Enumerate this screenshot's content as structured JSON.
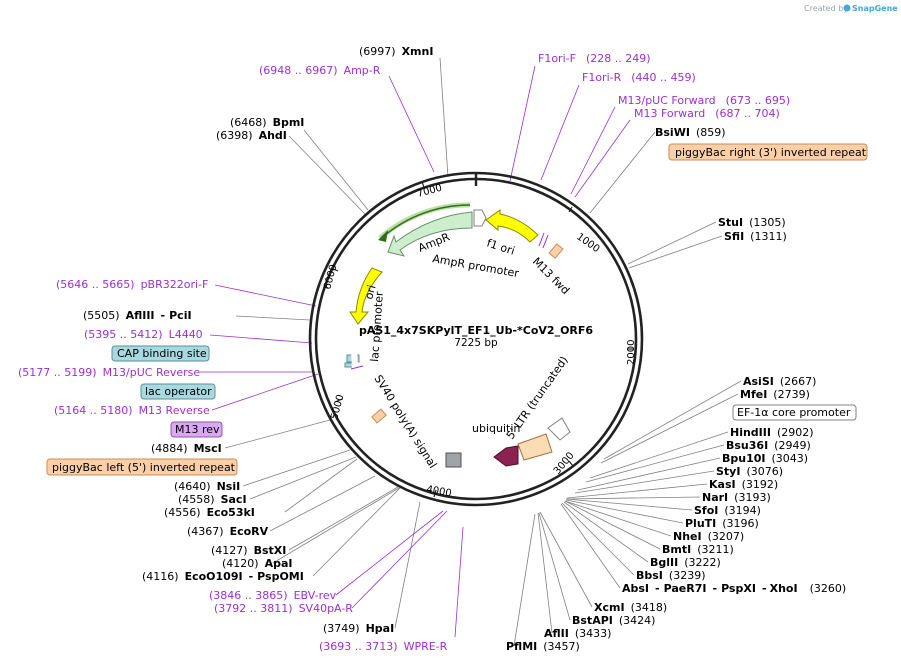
{
  "app": {
    "credit_prefix": "Created by",
    "credit_brand": "SnapGene",
    "brand_color": "#4aa6d6"
  },
  "plasmid": {
    "name": "pAS1_4x7SKPylT_EF1_Ub-*CoV2_ORF6",
    "size_label": "7225 bp",
    "length": 7225
  },
  "ticks": [
    "1000",
    "2000",
    "3000",
    "4000",
    "5000",
    "6000",
    "7000"
  ],
  "sites_top": [
    {
      "pos": "(6997)",
      "name": "XmnI"
    },
    {
      "pos": "(6468)",
      "name": "BpmI"
    },
    {
      "pos": "(6398)",
      "name": "AhdI"
    },
    {
      "pos": "(859)",
      "name": "BsiWI"
    },
    {
      "pos": "(1305)",
      "name": "StuI"
    },
    {
      "pos": "(1311)",
      "name": "SfiI"
    }
  ],
  "sites_left": [
    {
      "pos": "(5505)",
      "name": "AflIII",
      "name2": "PciI"
    },
    {
      "pos": "(4884)",
      "name": "MscI"
    },
    {
      "pos": "(4640)",
      "name": "NsiI"
    },
    {
      "pos": "(4558)",
      "name": "SacI"
    },
    {
      "pos": "(4556)",
      "name": "Eco53kI"
    },
    {
      "pos": "(4367)",
      "name": "EcoRV"
    },
    {
      "pos": "(4127)",
      "name": "BstXI"
    },
    {
      "pos": "(4120)",
      "name": "ApaI"
    },
    {
      "pos": "(4116)",
      "name": "EcoO109I",
      "name2": "PspOMI"
    },
    {
      "pos": "(3749)",
      "name": "HpaI"
    }
  ],
  "sites_right": [
    {
      "pos": "(2667)",
      "name": "AsiSI"
    },
    {
      "pos": "(2739)",
      "name": "MfeI"
    },
    {
      "pos": "(2902)",
      "name": "HindIII"
    },
    {
      "pos": "(2949)",
      "name": "Bsu36I"
    },
    {
      "pos": "(3043)",
      "name": "Bpu10I"
    },
    {
      "pos": "(3076)",
      "name": "StyI"
    },
    {
      "pos": "(3192)",
      "name": "KasI"
    },
    {
      "pos": "(3193)",
      "name": "NarI"
    },
    {
      "pos": "(3194)",
      "name": "SfoI"
    },
    {
      "pos": "(3196)",
      "name": "PluTI"
    },
    {
      "pos": "(3207)",
      "name": "NheI"
    },
    {
      "pos": "(3211)",
      "name": "BmtI"
    },
    {
      "pos": "(3222)",
      "name": "BglII"
    },
    {
      "pos": "(3239)",
      "name": "BbsI"
    },
    {
      "pos": "(3260)",
      "name": "AbsI",
      "name2": "PaeR7I",
      "name3": "PspXI",
      "name4": "XhoI"
    },
    {
      "pos": "(3418)",
      "name": "XcmI"
    },
    {
      "pos": "(3424)",
      "name": "BstAPI"
    },
    {
      "pos": "(3433)",
      "name": "AflII"
    },
    {
      "pos": "(3457)",
      "name": "PflMI"
    }
  ],
  "primers": [
    {
      "name": "Amp-R",
      "range": "(6948 .. 6967)"
    },
    {
      "name": "F1ori-F",
      "range": "(228 .. 249)"
    },
    {
      "name": "F1ori-R",
      "range": "(440 .. 459)"
    },
    {
      "name": "M13/pUC Forward",
      "range": "(673 .. 695)"
    },
    {
      "name": "M13 Forward",
      "range": "(687 .. 704)"
    },
    {
      "name": "pBR322ori-F",
      "range": "(5646 .. 5665)"
    },
    {
      "name": "L4440",
      "range": "(5395 .. 5412)"
    },
    {
      "name": "M13/pUC Reverse",
      "range": "(5177 .. 5199)"
    },
    {
      "name": "M13 Reverse",
      "range": "(5164 .. 5180)"
    },
    {
      "name": "EBV-rev",
      "range": "(3846 .. 3865)"
    },
    {
      "name": "SV40pA-R",
      "range": "(3792 .. 3811)"
    },
    {
      "name": "WPRE-R",
      "range": "(3693 .. 3713)"
    }
  ],
  "boxed_features": [
    {
      "label": "piggyBac right (3') inverted repeat",
      "fill": "#fbd0a8",
      "stroke": "#c98c55"
    },
    {
      "label": "CAP binding site",
      "fill": "#a8d8e0",
      "stroke": "#5b8f98"
    },
    {
      "label": "lac operator",
      "fill": "#a8d8e0",
      "stroke": "#5b8f98"
    },
    {
      "label": "M13 rev",
      "fill": "#d9a8f0",
      "stroke": "#8e5aa8"
    },
    {
      "label": "piggyBac left (5') inverted repeat",
      "fill": "#fbd0a8",
      "stroke": "#c98c55"
    },
    {
      "label": "EF-1α core promoter",
      "fill": "#ffffff",
      "stroke": "#808080"
    }
  ],
  "inner_labels": {
    "f1_ori": "f1 ori",
    "ampr": "AmpR",
    "ampr_promoter": "AmpR promoter",
    "m13_fwd": "M13 fwd",
    "ori": "ori",
    "lac_promoter": "lac promoter",
    "sv40": "SV40 poly(A) signal",
    "ubiquitin": "ubiquitin",
    "ltr": "5' LTR (truncated)"
  },
  "colors": {
    "site_label": "#000000",
    "primer": "#9b30d0",
    "ampr_fill": "#cdeecd",
    "ori_fill": "#ffff00",
    "ubiquitin_fill": "#8b2252",
    "ltr_fill": "#fcdcb5",
    "sv40_fill": "#a0a4a8",
    "highlight": "#76c043"
  }
}
